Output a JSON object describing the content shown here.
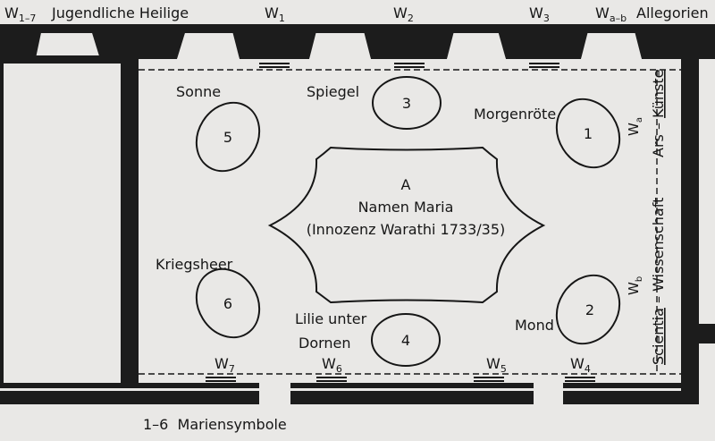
{
  "colors": {
    "wall": "#1c1c1c",
    "paper": "#e9e8e6",
    "ink": "#161616"
  },
  "top_labels": {
    "w17": {
      "main": "W",
      "sub": "1–7"
    },
    "jugendliche": "Jugendliche Heilige",
    "w1": {
      "main": "W",
      "sub": "1"
    },
    "w2": {
      "main": "W",
      "sub": "2"
    },
    "w3": {
      "main": "W",
      "sub": "3"
    },
    "wab": {
      "main": "W",
      "sub": "a–b"
    },
    "allegorien": "Allegorien"
  },
  "bottom_labels": {
    "w7": {
      "main": "W",
      "sub": "7"
    },
    "w6": {
      "main": "W",
      "sub": "6"
    },
    "w5": {
      "main": "W",
      "sub": "5"
    },
    "w4": {
      "main": "W",
      "sub": "4"
    },
    "legend": "1–6  Mariensymbole"
  },
  "center": {
    "letter": "A",
    "line1": "Namen Maria",
    "line2": "(Innozenz Warathi 1733/35)"
  },
  "medallions": [
    {
      "number": "1",
      "label": "Morgenröte"
    },
    {
      "number": "2",
      "label": "Mond"
    },
    {
      "number": "3",
      "label": "Spiegel"
    },
    {
      "number": "4",
      "label_lines": [
        "Lilie unter",
        "Dornen"
      ]
    },
    {
      "number": "5",
      "label": "Sonne"
    },
    {
      "number": "6",
      "label": "Kriegsheer"
    }
  ],
  "right_labels": {
    "wa": {
      "main": "W",
      "sub": "a"
    },
    "ars": {
      "pre": "Ars – ",
      "underlined": "Künste"
    },
    "wb": {
      "main": "W",
      "sub": "b"
    },
    "scientia": {
      "underlined": "Scientia",
      "post": " – Wissenschaft"
    }
  }
}
